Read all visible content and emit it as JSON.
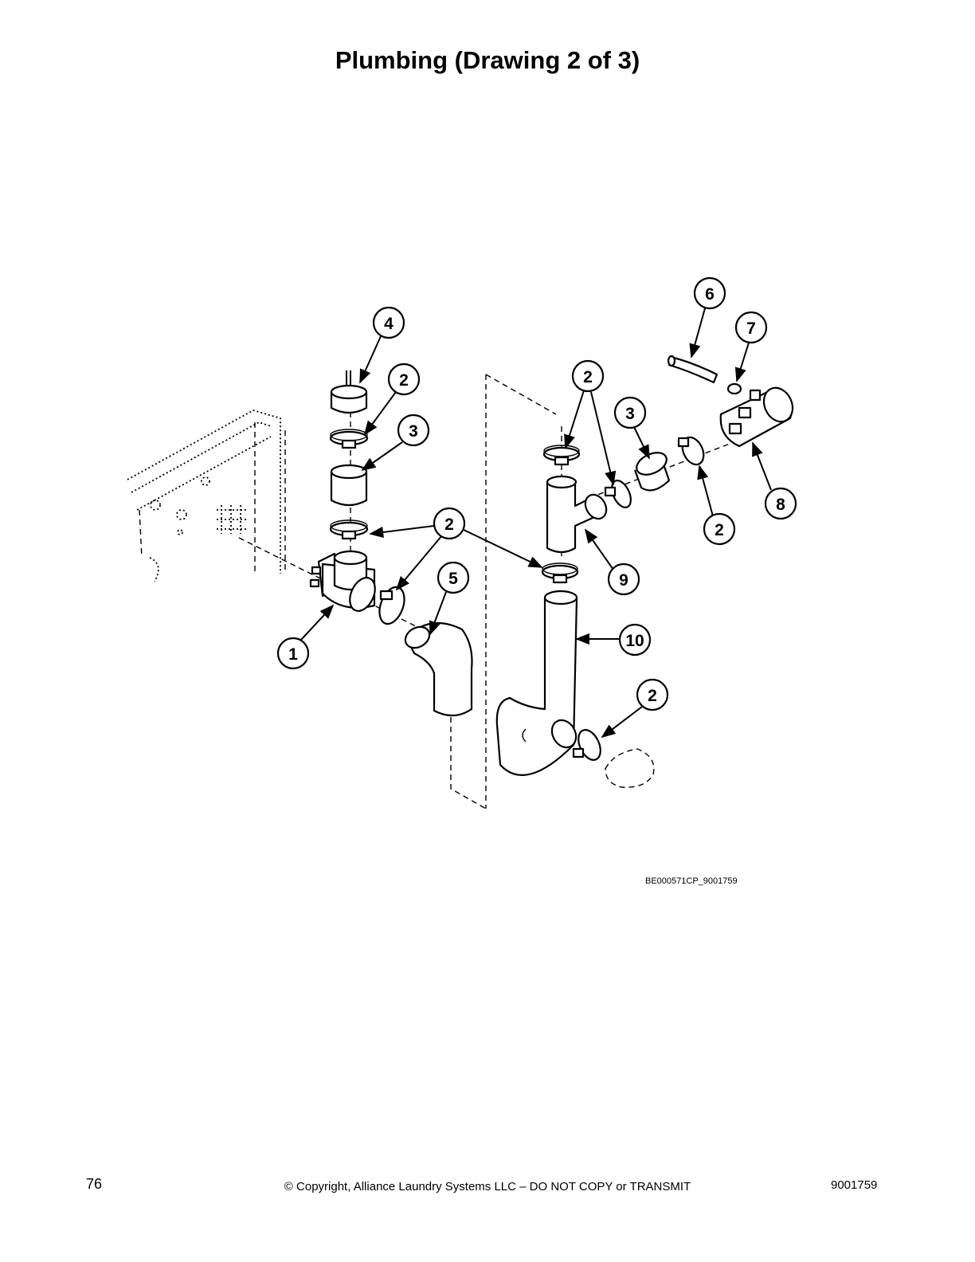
{
  "title": "Plumbing (Drawing 2 of 3)",
  "figure_id": "BE000571CP_9001759",
  "footer": {
    "page_number": "76",
    "copyright": "© Copyright, Alliance Laundry Systems LLC – DO NOT COPY or TRANSMIT",
    "doc_number": "9001759"
  },
  "callouts": [
    {
      "id": "c1",
      "label": "1"
    },
    {
      "id": "c2a",
      "label": "2"
    },
    {
      "id": "c2b",
      "label": "2"
    },
    {
      "id": "c2c",
      "label": "2"
    },
    {
      "id": "c2d",
      "label": "2"
    },
    {
      "id": "c2e",
      "label": "2"
    },
    {
      "id": "c3a",
      "label": "3"
    },
    {
      "id": "c3b",
      "label": "3"
    },
    {
      "id": "c4",
      "label": "4"
    },
    {
      "id": "c5",
      "label": "5"
    },
    {
      "id": "c6",
      "label": "6"
    },
    {
      "id": "c7",
      "label": "7"
    },
    {
      "id": "c8",
      "label": "8"
    },
    {
      "id": "c9",
      "label": "9"
    },
    {
      "id": "c10",
      "label": "10"
    }
  ]
}
